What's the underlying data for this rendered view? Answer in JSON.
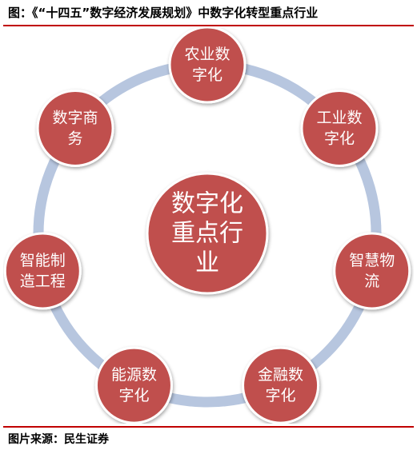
{
  "title": "图：《“十四五”数字经济发展规划》中数字化转型重点行业",
  "source": "图片来源：民生证券",
  "center": {
    "lines": [
      "数字化",
      "重点行",
      "业"
    ]
  },
  "nodes": [
    {
      "id": "agriculture",
      "lines": [
        "农业数",
        "字化"
      ]
    },
    {
      "id": "industry",
      "lines": [
        "工业数",
        "字化"
      ]
    },
    {
      "id": "logistics",
      "lines": [
        "智慧物",
        "流"
      ]
    },
    {
      "id": "finance",
      "lines": [
        "金融数",
        "字化"
      ]
    },
    {
      "id": "energy",
      "lines": [
        "能源数",
        "字化"
      ]
    },
    {
      "id": "manufacturing",
      "lines": [
        "智能制",
        "造工程"
      ]
    },
    {
      "id": "commerce",
      "lines": [
        "数字商",
        "务"
      ]
    }
  ],
  "colors": {
    "node_fill": "#c0504d",
    "node_border": "#ffffff",
    "ring": "#b7c6df",
    "accent_line": "#c00000",
    "text": "#ffffff"
  }
}
